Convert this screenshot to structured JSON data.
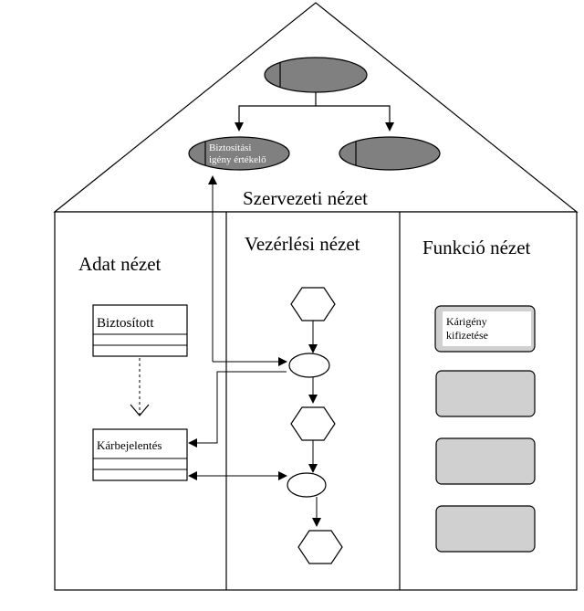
{
  "views": {
    "org": "Szervezeti nézet",
    "data": "Adat nézet",
    "control": "Vezérlési nézet",
    "function": "Funkció nézet"
  },
  "org_units": {
    "left_line1": "Biztosítási",
    "left_line2": "igény értékelő"
  },
  "data_classes": {
    "insured": "Biztosított",
    "claim_report": "Kárbejelentés"
  },
  "functions": {
    "first_line1": "Kárigény",
    "first_line2": "kifizetése"
  },
  "colors": {
    "ellipse_fill": "#808080",
    "function_fill": "#d0d0d0",
    "line": "#000000"
  }
}
